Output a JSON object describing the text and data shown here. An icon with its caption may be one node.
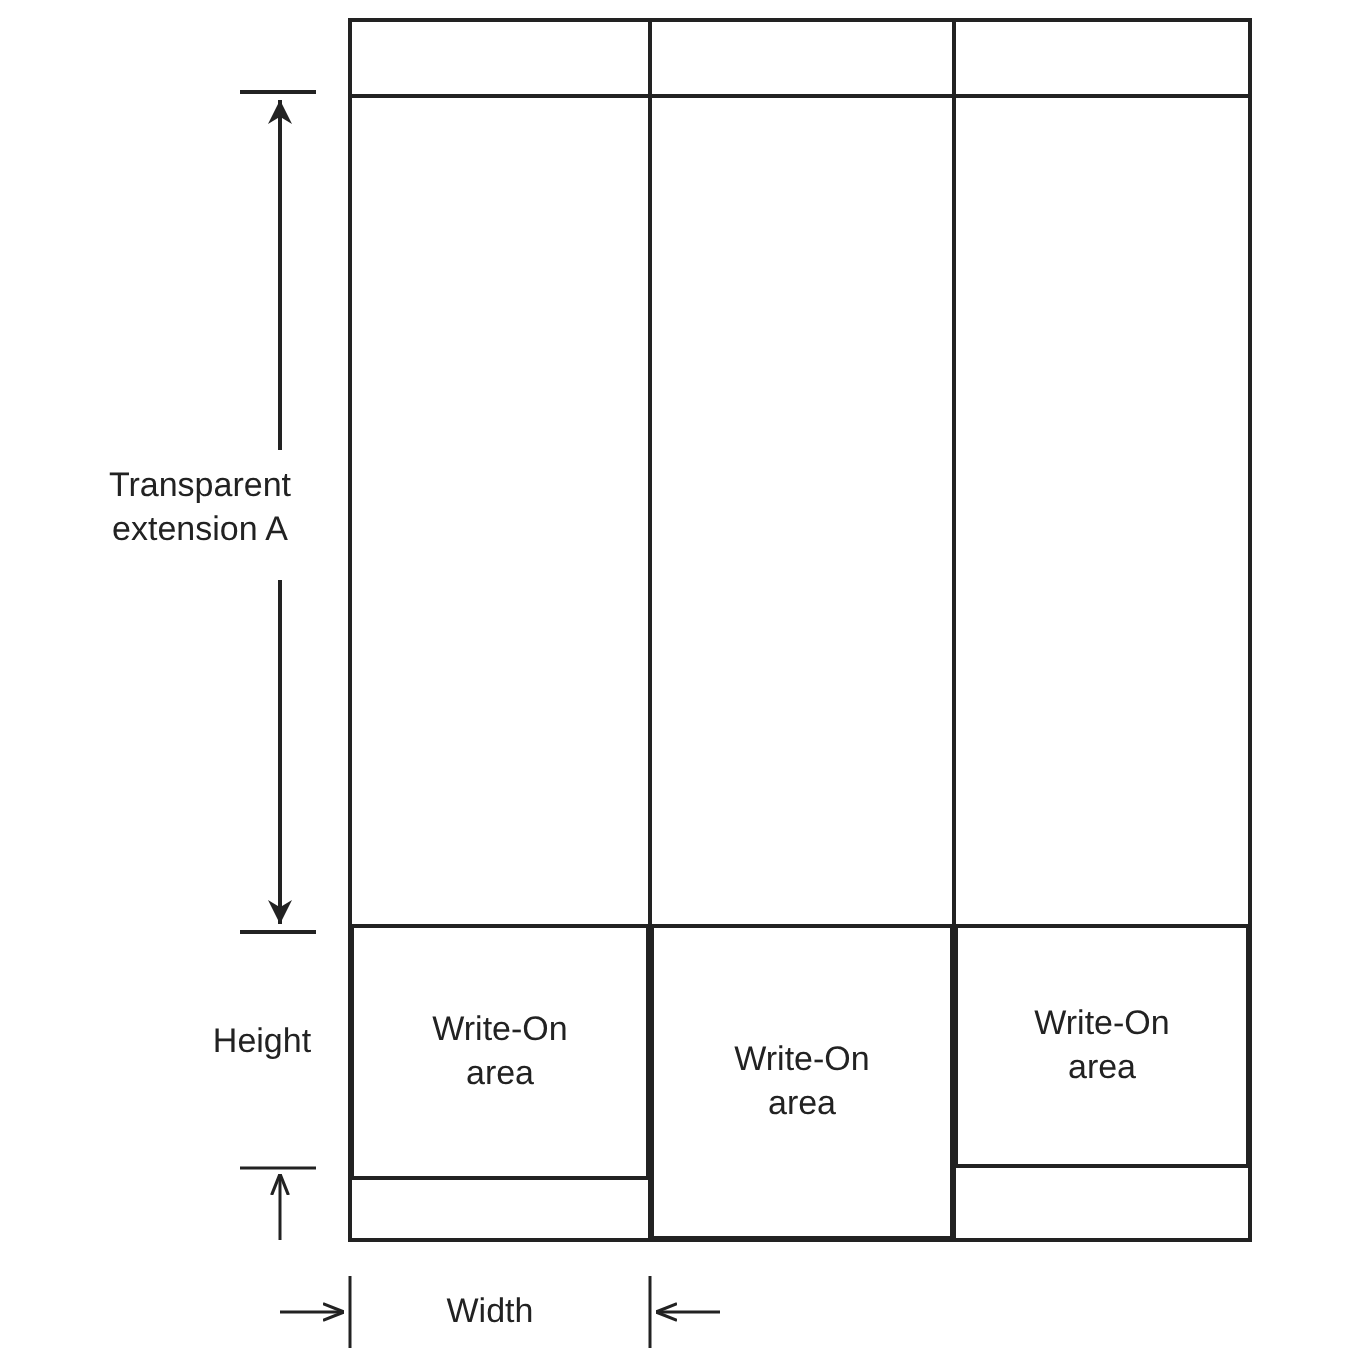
{
  "diagram": {
    "nodes": [
      {
        "text": [
          "Write-On area"
        ]
      },
      {
        "text": [
          "Write-On area"
        ]
      },
      {
        "text": [
          "Write-On area"
        ]
      }
    ],
    "labels": [
      "Transparent extension A",
      "Height",
      "Width"
    ]
  }
}
